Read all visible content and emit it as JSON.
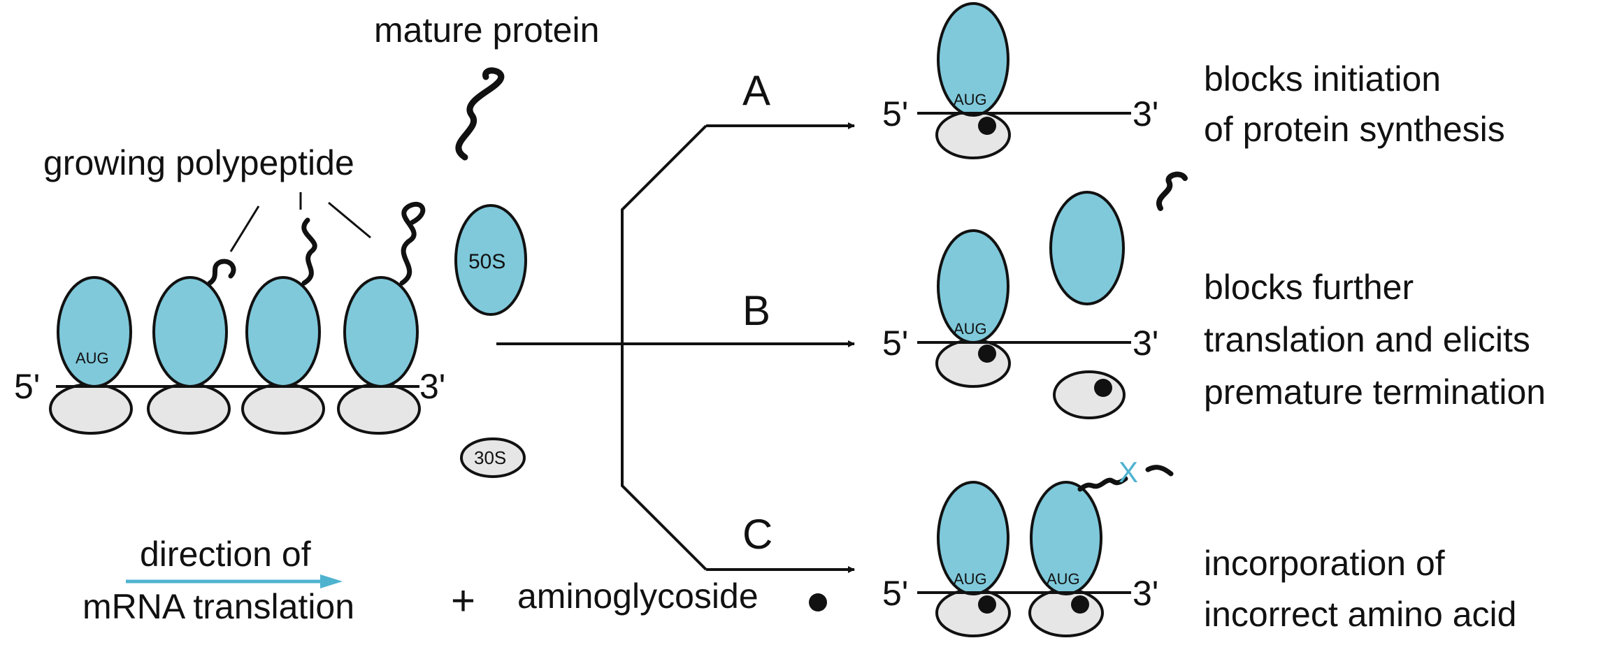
{
  "colors": {
    "large_subunit": "#7fc9db",
    "small_subunit": "#e6e6e6",
    "outline": "#111111",
    "direction_arrow": "#4fb3d0",
    "x_mark": "#4fb3d0"
  },
  "labels": {
    "mature_protein": "mature protein",
    "growing_polypeptide": "growing polypeptide",
    "five_prime": "5'",
    "three_prime": "3'",
    "aug": "AUG",
    "large_subunit": "50S",
    "small_subunit": "30S",
    "direction_line1": "direction of",
    "direction_line2": "mRNA translation",
    "plus": "+",
    "aminoglycoside": "aminoglycoside",
    "x_mark": "X"
  },
  "branches": [
    {
      "letter": "A",
      "effect_lines": [
        "blocks initiation",
        "of protein synthesis"
      ]
    },
    {
      "letter": "B",
      "effect_lines": [
        "blocks further",
        "translation and elicits",
        "premature termination"
      ]
    },
    {
      "letter": "C",
      "effect_lines": [
        "incorporation of",
        "incorrect amino acid"
      ]
    }
  ]
}
